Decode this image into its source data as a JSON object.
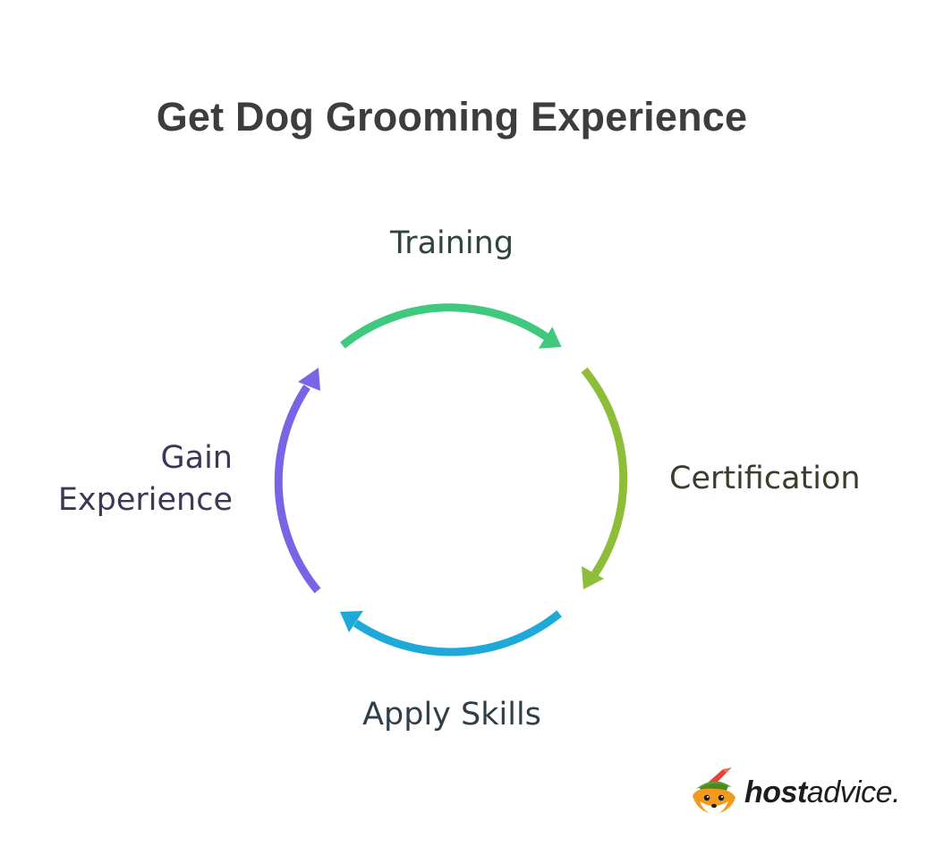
{
  "title": "Get Dog Grooming Experience",
  "stages": [
    {
      "label": "Training",
      "color": "#3ec97f"
    },
    {
      "label": "Certification",
      "color": "#8ebd3a"
    },
    {
      "label": "Apply Skills",
      "color": "#1fa9d8"
    },
    {
      "label_line1": "Gain",
      "label_line2": "Experience",
      "color": "#7b63e6"
    }
  ],
  "logo": {
    "text_bold": "host",
    "text_light": "advice.",
    "icon": "fox-mascot-icon"
  }
}
